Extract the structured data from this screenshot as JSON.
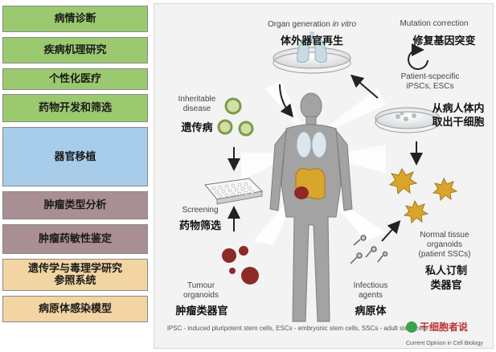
{
  "categories": [
    {
      "label": "病情诊断",
      "color": "#9bc970"
    },
    {
      "label": "疾病机理研究",
      "color": "#9bc970"
    },
    {
      "label": "个性化医疗",
      "color": "#9bc970"
    },
    {
      "label": "药物开发和筛选",
      "color": "#9bc970"
    },
    {
      "label": "器官移植",
      "color": "#a7cdea"
    },
    {
      "label": "肿瘤类型分析",
      "color": "#a98e94"
    },
    {
      "label": "肿瘤药敏性鉴定",
      "color": "#a98e94"
    },
    {
      "label": "遗传学与毒理学研究\n参照系统",
      "color": "#f2d5a2"
    },
    {
      "label": "病原体感染模型",
      "color": "#f2d5a2"
    }
  ],
  "diagram": {
    "organ_generation": {
      "en_prefix": "Organ generation ",
      "en_italic": "in vitro",
      "zh": "体外器官再生"
    },
    "mutation_correction": {
      "en": "Mutation correction",
      "zh": "修复基因突变"
    },
    "patient_specific": {
      "en_line1": "Patient-scpecific",
      "en_line2": "iPSCs, ESCs",
      "zh_line1": "从病人体内",
      "zh_line2": "取出干细胞"
    },
    "inheritable_disease": {
      "en_line1": "Inheritable",
      "en_line2": "disease",
      "zh": "遗传病"
    },
    "screening": {
      "en": "Screening",
      "zh": "药物筛选"
    },
    "normal_tissue": {
      "en_line1": "Normal tissue",
      "en_line2": "organoids",
      "en_line3": "(patient SSCs)",
      "zh_line1": "私人订制",
      "zh_line2": "类器官"
    },
    "tumour": {
      "en_line1": "Tumour",
      "en_line2": "organoids",
      "zh": "肿瘤类器官"
    },
    "infectious": {
      "en_line1": "Infectious",
      "en_line2": "agents",
      "zh": "病原体"
    }
  },
  "footnote": "iPSC - induced pluripotent stem cells, ESCs - embryonic stem cells, SSCs - adult stem cells",
  "source": "Current Opinion in Cell Biology",
  "watermark": "干细胞者说",
  "colors": {
    "body": "#a3a3a3",
    "organ_lung": "#c9d9e6",
    "organoid_yellow": "#d9a52b",
    "tumour_red": "#8e2a26",
    "dish_green": "#9cbb6a"
  }
}
